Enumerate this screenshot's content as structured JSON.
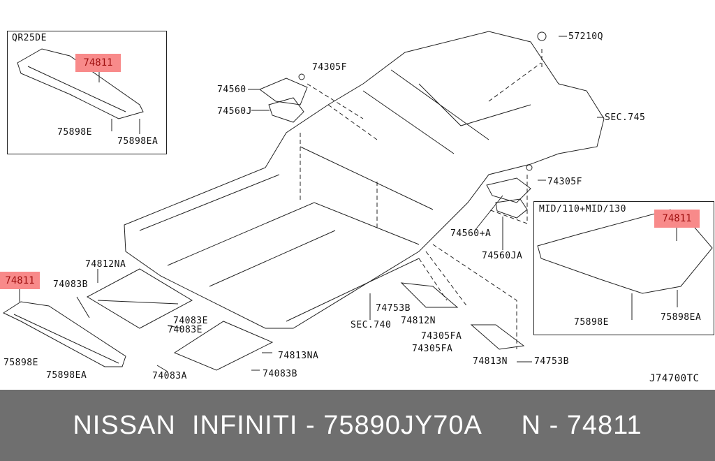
{
  "diagram": {
    "inset_left": {
      "variant": "QR25DE",
      "part": "74811",
      "fasteners": [
        "75898E",
        "75898EA"
      ]
    },
    "inset_right": {
      "variant": "MID/110+MID/130",
      "part": "74811",
      "fasteners": [
        "75898E",
        "75898EA"
      ]
    },
    "labels": {
      "l57210Q": "57210Q",
      "l74305F_a": "74305F",
      "l74560": "74560",
      "l74560J": "74560J",
      "sec745": "SEC.745",
      "l74305F_b": "74305F",
      "l74560A": "74560+A",
      "l74560JA": "74560JA",
      "l74811": "74811",
      "l74812NA": "74812NA",
      "l74083B_a": "74083B",
      "l74083E_a": "74083E",
      "l74083E_b": "74083E",
      "l74813NA": "74813NA",
      "l75898E": "75898E",
      "l75898EA": "75898EA",
      "l74083A": "74083A",
      "l74083B_b": "74083B",
      "l74753B_a": "74753B",
      "l74812N": "74812N",
      "sec740": "SEC.740",
      "l74305FA_a": "74305FA",
      "l74305FA_b": "74305FA",
      "l74813N": "74813N",
      "l74753B_b": "74753B"
    },
    "diagram_code": "J74700TC",
    "highlight_color": "#f88a8a"
  },
  "footer": {
    "text": "NISSAN  INFINITI - 75890JY70A     N - 74811"
  }
}
